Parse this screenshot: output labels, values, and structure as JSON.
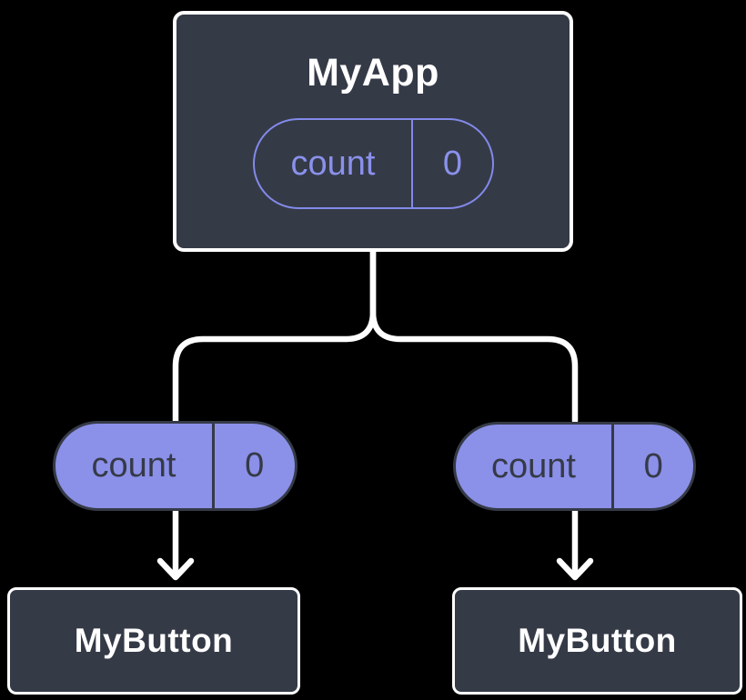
{
  "diagram": {
    "type": "component-tree",
    "background": "#000000",
    "connector_color": "#FFFFFF",
    "box_fill": "#353A47",
    "box_border": "#FFFFFF",
    "pill_fill": "#8B90E9",
    "pill_outline": "#828AEA",
    "parent": {
      "name": "MyApp",
      "state": {
        "label": "count",
        "value": "0"
      }
    },
    "children": [
      {
        "name": "MyButton",
        "prop": {
          "label": "count",
          "value": "0"
        }
      },
      {
        "name": "MyButton",
        "prop": {
          "label": "count",
          "value": "0"
        }
      }
    ]
  }
}
